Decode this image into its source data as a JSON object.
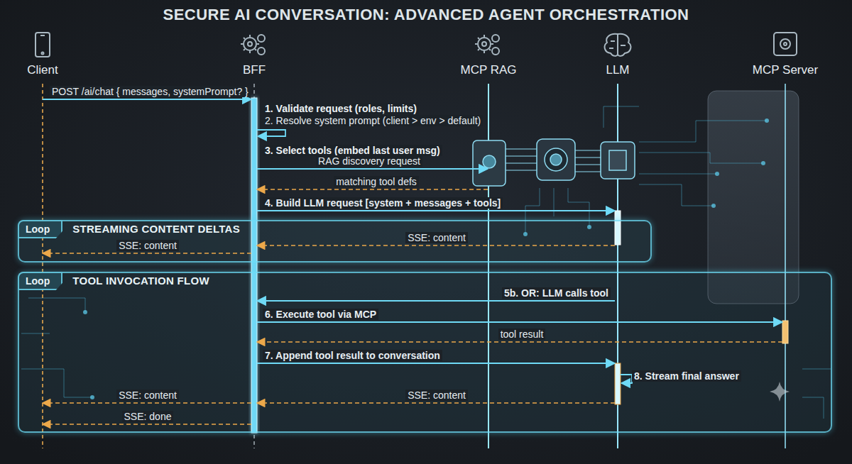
{
  "diagram": {
    "title": "SECURE AI CONVERSATION: ADVANCED AGENT ORCHESTRATION",
    "nodes": [
      {
        "text": [
          "Client"
        ]
      },
      {
        "text": [
          "BFF"
        ]
      },
      {
        "text": [
          "MCP RAG"
        ]
      },
      {
        "text": [
          "LLM"
        ]
      },
      {
        "text": [
          "MCP Server"
        ]
      },
      {
        "text": [
          "Loop",
          "STREAMING CONTENT DELTAS"
        ]
      },
      {
        "text": [
          "Loop",
          "TOOL INVOCATION FLOW"
        ]
      }
    ],
    "edges": [
      {
        "from": 0,
        "to": 1,
        "arrow": "to",
        "label": "POST /ai/chat { messages, systemPrompt? }"
      },
      {
        "from": 1,
        "to": 1,
        "arrow": "to",
        "label": "2. Resolve system prompt (client > env > default)"
      },
      {
        "from": 1,
        "to": 2,
        "arrow": "to",
        "label": "RAG discovery request"
      },
      {
        "from": 2,
        "to": 1,
        "arrow": "to",
        "label": "matching tool defs"
      },
      {
        "from": 1,
        "to": 3,
        "arrow": "to",
        "label": "4. Build LLM request [system + messages + tools]"
      },
      {
        "from": 3,
        "to": 1,
        "arrow": "to",
        "label": "SSE: content"
      },
      {
        "from": 1,
        "to": 0,
        "arrow": "to",
        "label": "SSE: content"
      },
      {
        "from": 3,
        "to": 1,
        "arrow": "to",
        "label": "5b. OR: LLM calls tool"
      },
      {
        "from": 1,
        "to": 4,
        "arrow": "to",
        "label": "6. Execute tool via MCP"
      },
      {
        "from": 4,
        "to": 1,
        "arrow": "to",
        "label": "tool result"
      },
      {
        "from": 1,
        "to": 3,
        "arrow": "to",
        "label": "7. Append tool result to conversation"
      },
      {
        "from": 3,
        "to": 3,
        "arrow": "to",
        "label": "8. Stream final answer"
      },
      {
        "from": 3,
        "to": 1,
        "arrow": "to",
        "label": "SSE: content"
      },
      {
        "from": 1,
        "to": 0,
        "arrow": "to",
        "label": "SSE: content"
      },
      {
        "from": 1,
        "to": 0,
        "arrow": "to",
        "label": "SSE: done"
      }
    ],
    "labels": [
      "1. Validate request (roles, limits)",
      "3. Select tools (embed last user msg)"
    ]
  }
}
